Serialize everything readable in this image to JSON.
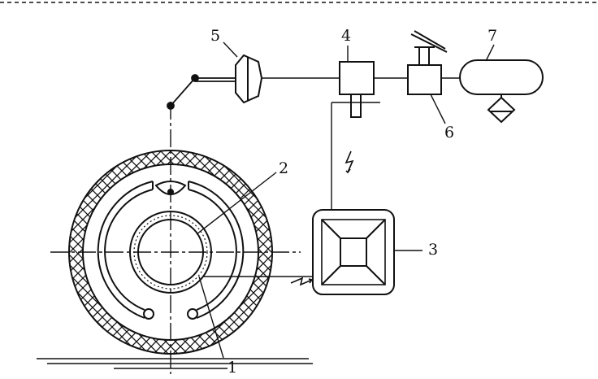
{
  "colors": {
    "ink": "#111111",
    "background": "#ffffff"
  },
  "labels": {
    "l1": "1",
    "l2": "2",
    "l3": "3",
    "l4": "4",
    "l5": "5",
    "l6": "6",
    "l7": "7"
  },
  "icons": {
    "wheel": "wheel-with-tire-icon",
    "brake_chamber": "brake-chamber-icon",
    "controller": "controller-box-icon",
    "valve_4": "modulator-valve-icon",
    "valve_6": "brake-pedal-valve-icon",
    "reservoir": "air-reservoir-icon",
    "signal": "lightning-signal-icon"
  }
}
